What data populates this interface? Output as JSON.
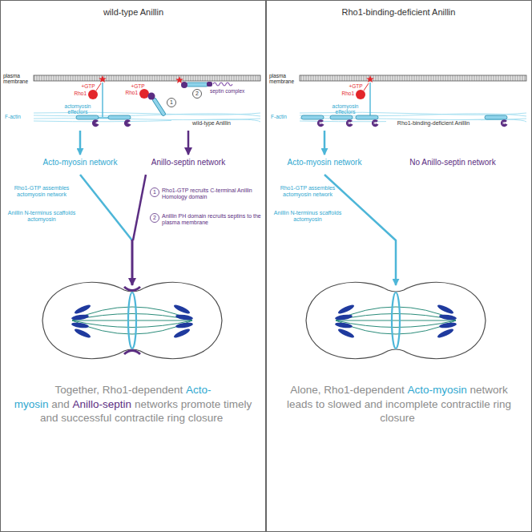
{
  "diagram": {
    "nodes": [
      {
        "text": [
          "wild-type Anillin"
        ]
      },
      {
        "text": [
          "Rho1-binding-deficient Anillin"
        ]
      }
    ],
    "labels": [
      "plasma membrane",
      "+GTP",
      "Rho1",
      "actomyosin effectors",
      "+GTP",
      "Rho1",
      "1",
      "2",
      "septin complex",
      "F-actin",
      "wild-type Anillin",
      "Acto-myosin network",
      "Anillo-septin network",
      "Rho1-GTP assembles actomyosin network",
      "Anillin N-terminus scaffolds actomyosin",
      "1",
      "Rho1-GTP recruits C-terminal Anillin Homology domain",
      "2",
      "Anillin PH domain recruits septins to the plasma membrane",
      "Together, Rho1-dependent",
      "Acto-myosin",
      "and",
      "Anillo-septin",
      "networks promote timely and successful contractile ring closure",
      "plasma membrane",
      "+GTP",
      "Rho1",
      "actomyosin effectors",
      "F-actin",
      "Rho1-binding-deficient Anillin",
      "Acto-myosin network",
      "No Anillo-septin network",
      "Rho1-GTP assembles actomyosin network",
      "Anillin N-terminus scaffolds actomyosin",
      "Alone, Rho1-dependent",
      "Acto-myosin",
      "network leads to slowed and incomplete contractile ring closure"
    ]
  }
}
